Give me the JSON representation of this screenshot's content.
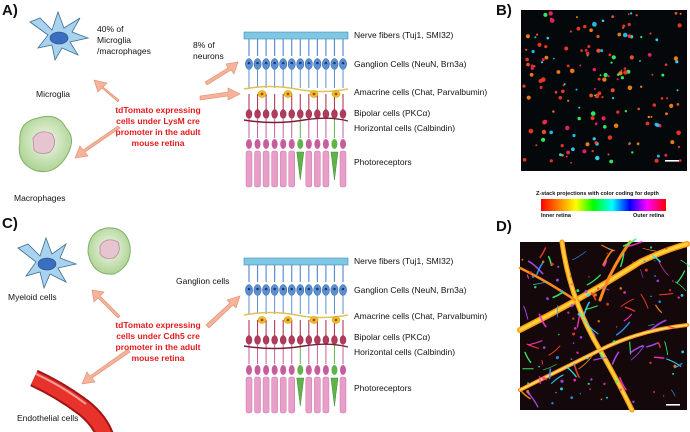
{
  "panels": [
    "A)",
    "B)",
    "C)",
    "D)"
  ],
  "panel_a": {
    "microglia_pct": "40% of\nMicroglia\n/macrophages",
    "neurons_pct": "8% of\nneurons",
    "microglia_label": "Microglia",
    "macrophages_label": "Macrophages",
    "center_text": "tdTomato expressing cells under LysM cre promoter in the adult mouse retina"
  },
  "panel_c": {
    "myeloid_label": "Myeloid cells",
    "endothelial_label": "Endothelial cells",
    "ganglion_label": "Ganglion cells",
    "center_text": "tdTomato expressing cells under Cdh5 cre promoter in the adult mouse retina"
  },
  "retina_layers": {
    "nerve": "Nerve fibers (Tuj1, SMI32)",
    "ganglion": "Ganglion Cells (NeuN, Brn3a)",
    "amacrine": "Amacrine cells (Chat, Parvalbumin)",
    "bipolar": "Bipolar cells (PKCα)",
    "horizontal": "Horizontal cells (Calbindin)",
    "photoreceptors": "Photoreceptors"
  },
  "legend": {
    "title": "Z-stack projections with color coding for depth",
    "inner": "Inner retina",
    "outer": "Outer retina",
    "gradient_colors": [
      "#ff0000",
      "#ff8000",
      "#ffff00",
      "#00ff00",
      "#00ffff",
      "#0000ff",
      "#ff00ff",
      "#ff0000"
    ]
  },
  "colors": {
    "red_text": "#e41a1c",
    "arrow": "#f4b39a",
    "nerve_fiber": "#7fc7e3",
    "ganglion": "#5b8fd3",
    "amacrine": "#f0c419",
    "bipolar": "#b23a5a",
    "photoreceptor_rod": "#e89ec9",
    "photoreceptor_cone": "#5fb34a"
  }
}
